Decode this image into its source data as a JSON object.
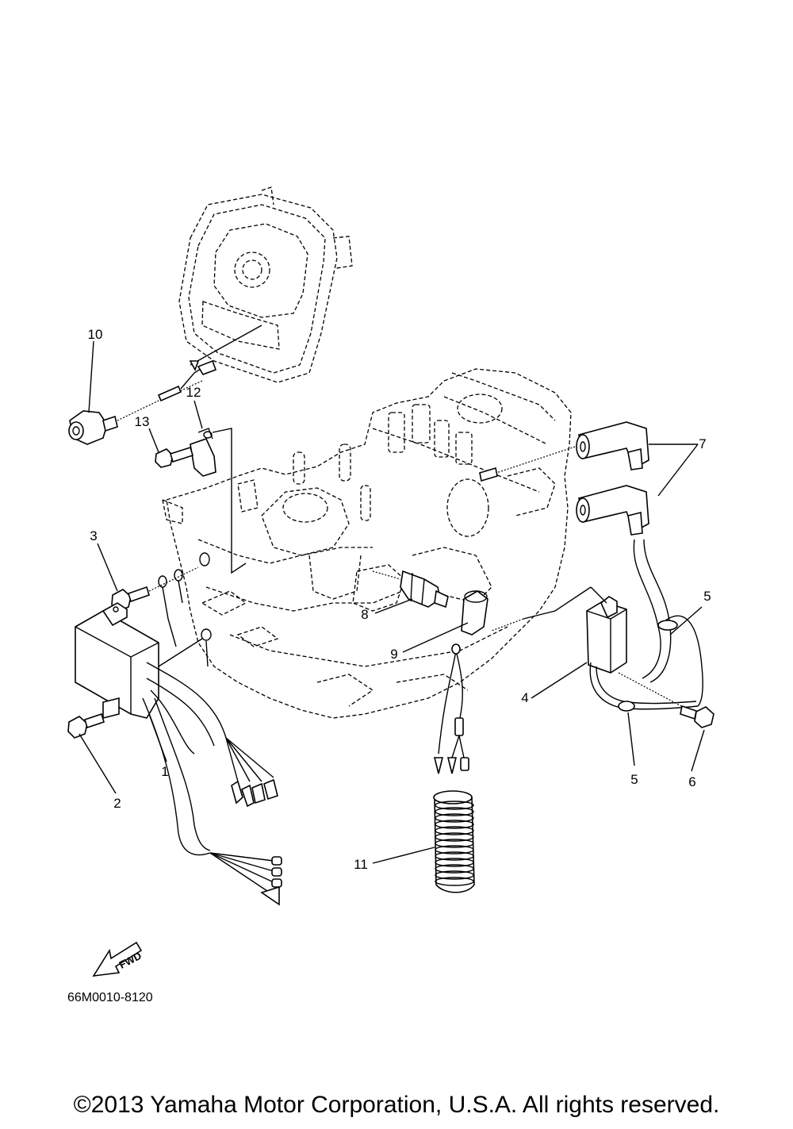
{
  "callouts": {
    "c1": "1",
    "c2": "2",
    "c3": "3",
    "c4": "4",
    "c5a": "5",
    "c5b": "5",
    "c6": "6",
    "c7": "7",
    "c8": "8",
    "c9": "9",
    "c10": "10",
    "c11": "11",
    "c12": "12",
    "c13": "13"
  },
  "fwd_label": "FWD",
  "diagram_code": "66M0010-8120",
  "copyright": "©2013 Yamaha Motor Corporation, U.S.A. All rights reserved."
}
